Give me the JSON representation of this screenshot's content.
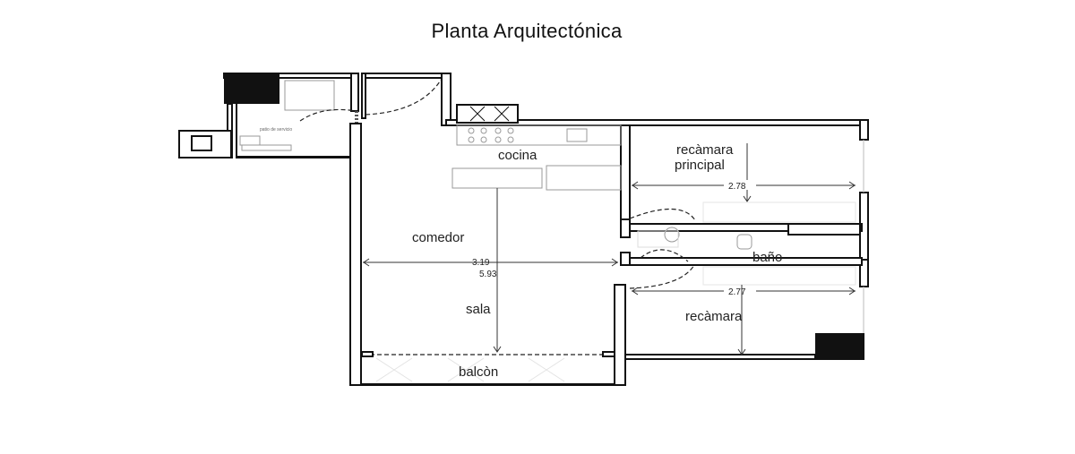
{
  "title": "Planta Arquitectónica",
  "rooms": {
    "patio": "patio de servicio",
    "cocina": "cocina",
    "comedor": "comedor",
    "sala": "sala",
    "balcon": "balcòn",
    "recamara_principal_1": "recàmara",
    "recamara_principal_2": "principal",
    "bano": "baño",
    "recamara": "recàmara"
  },
  "dimensions": {
    "sala_width": "3.19",
    "sala_length": "5.93",
    "principal_width": "2.78",
    "recamara_width": "2.77"
  },
  "colors": {
    "walls": "#111111",
    "background": "#ffffff"
  }
}
